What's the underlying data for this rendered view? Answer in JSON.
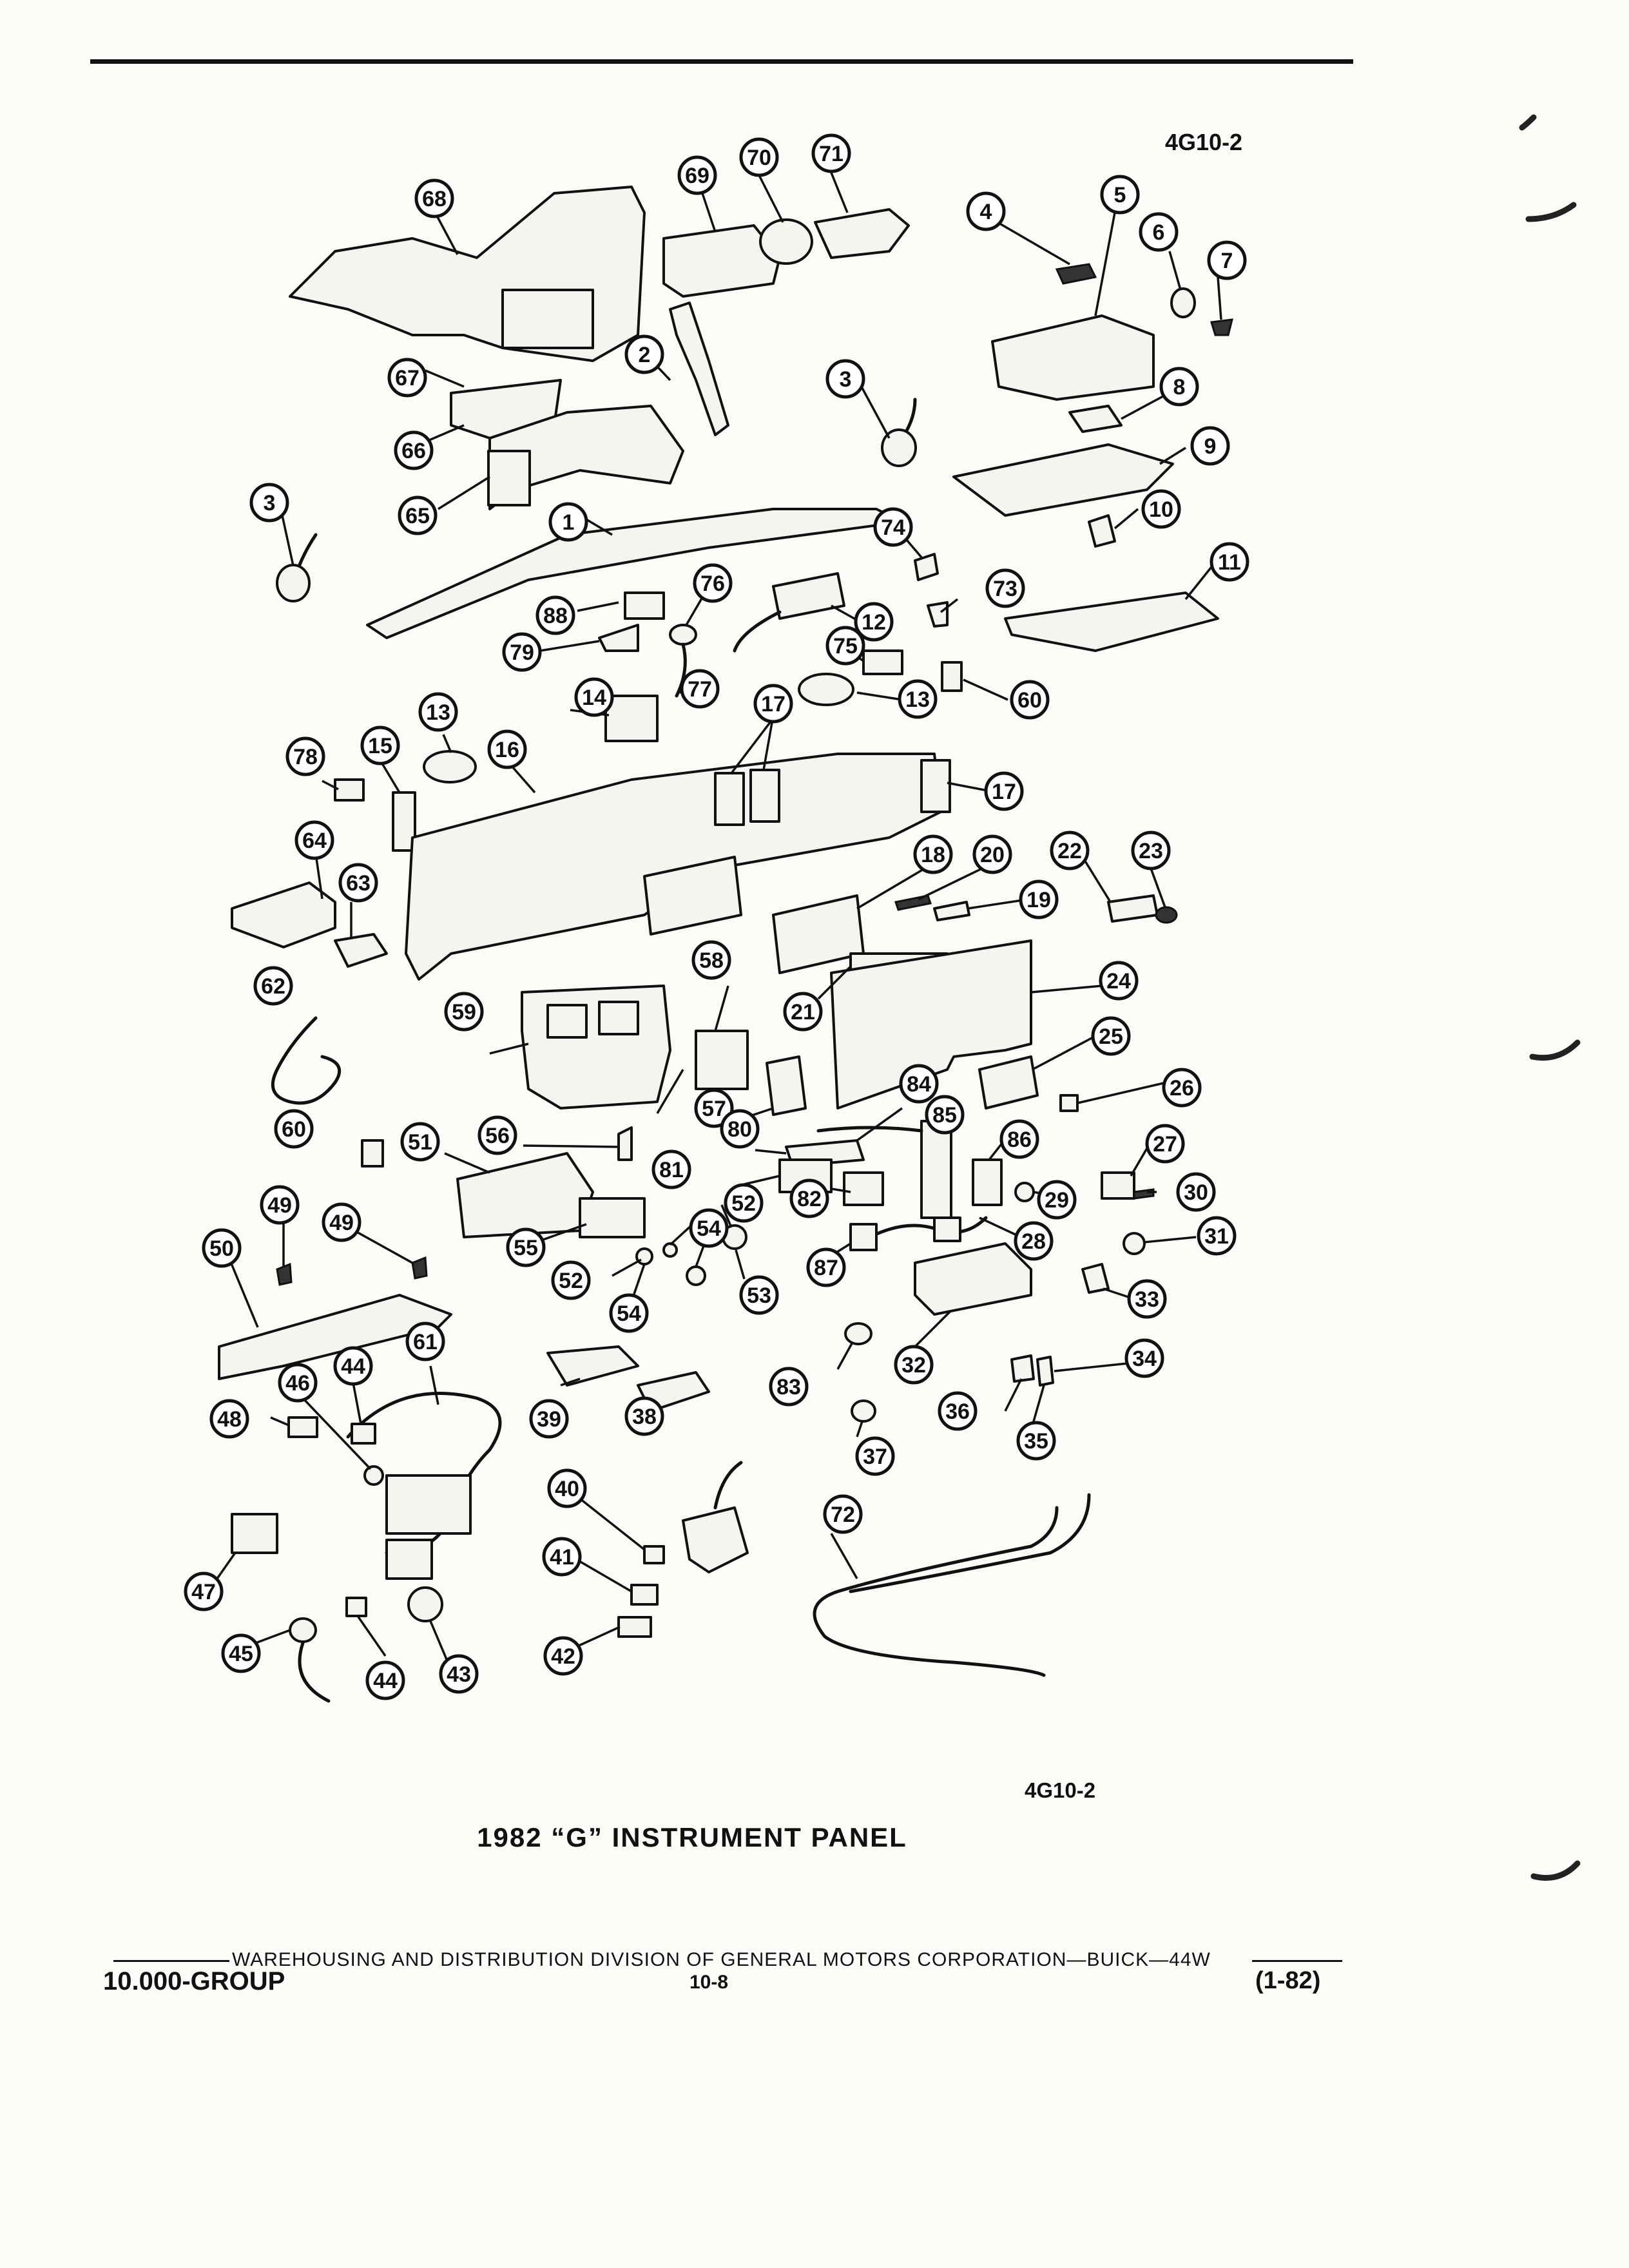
{
  "header": {
    "ref_code": "4G10-2"
  },
  "figure": {
    "ref_code": "4G10-2",
    "caption": "1982 “G” INSTRUMENT PANEL"
  },
  "footer": {
    "distribution": "WAREHOUSING AND DISTRIBUTION  DIVISION OF GENERAL MOTORS CORPORATION—BUICK—44W",
    "group": "10.000-GROUP",
    "page": "10-8",
    "revision": "(1-82)"
  },
  "callouts": [
    {
      "n": "1"
    },
    {
      "n": "2"
    },
    {
      "n": "3"
    },
    {
      "n": "3"
    },
    {
      "n": "4"
    },
    {
      "n": "5"
    },
    {
      "n": "6"
    },
    {
      "n": "7"
    },
    {
      "n": "8"
    },
    {
      "n": "9"
    },
    {
      "n": "10"
    },
    {
      "n": "11"
    },
    {
      "n": "12"
    },
    {
      "n": "13"
    },
    {
      "n": "13"
    },
    {
      "n": "14"
    },
    {
      "n": "15"
    },
    {
      "n": "16"
    },
    {
      "n": "17"
    },
    {
      "n": "17"
    },
    {
      "n": "18"
    },
    {
      "n": "19"
    },
    {
      "n": "20"
    },
    {
      "n": "21"
    },
    {
      "n": "22"
    },
    {
      "n": "23"
    },
    {
      "n": "24"
    },
    {
      "n": "25"
    },
    {
      "n": "26"
    },
    {
      "n": "27"
    },
    {
      "n": "28"
    },
    {
      "n": "29"
    },
    {
      "n": "30"
    },
    {
      "n": "31"
    },
    {
      "n": "32"
    },
    {
      "n": "33"
    },
    {
      "n": "34"
    },
    {
      "n": "35"
    },
    {
      "n": "36"
    },
    {
      "n": "37"
    },
    {
      "n": "38"
    },
    {
      "n": "39"
    },
    {
      "n": "40"
    },
    {
      "n": "41"
    },
    {
      "n": "42"
    },
    {
      "n": "43"
    },
    {
      "n": "44"
    },
    {
      "n": "44"
    },
    {
      "n": "45"
    },
    {
      "n": "46"
    },
    {
      "n": "47"
    },
    {
      "n": "48"
    },
    {
      "n": "49"
    },
    {
      "n": "49"
    },
    {
      "n": "50"
    },
    {
      "n": "51"
    },
    {
      "n": "52"
    },
    {
      "n": "52"
    },
    {
      "n": "53"
    },
    {
      "n": "54"
    },
    {
      "n": "54"
    },
    {
      "n": "55"
    },
    {
      "n": "56"
    },
    {
      "n": "57"
    },
    {
      "n": "58"
    },
    {
      "n": "59"
    },
    {
      "n": "60"
    },
    {
      "n": "60"
    },
    {
      "n": "61"
    },
    {
      "n": "62"
    },
    {
      "n": "63"
    },
    {
      "n": "64"
    },
    {
      "n": "65"
    },
    {
      "n": "66"
    },
    {
      "n": "67"
    },
    {
      "n": "68"
    },
    {
      "n": "69"
    },
    {
      "n": "70"
    },
    {
      "n": "71"
    },
    {
      "n": "72"
    },
    {
      "n": "73"
    },
    {
      "n": "74"
    },
    {
      "n": "75"
    },
    {
      "n": "76"
    },
    {
      "n": "77"
    },
    {
      "n": "78"
    },
    {
      "n": "79"
    },
    {
      "n": "80"
    },
    {
      "n": "81"
    },
    {
      "n": "82"
    },
    {
      "n": "83"
    },
    {
      "n": "84"
    },
    {
      "n": "85"
    },
    {
      "n": "86"
    },
    {
      "n": "87"
    },
    {
      "n": "88"
    }
  ]
}
